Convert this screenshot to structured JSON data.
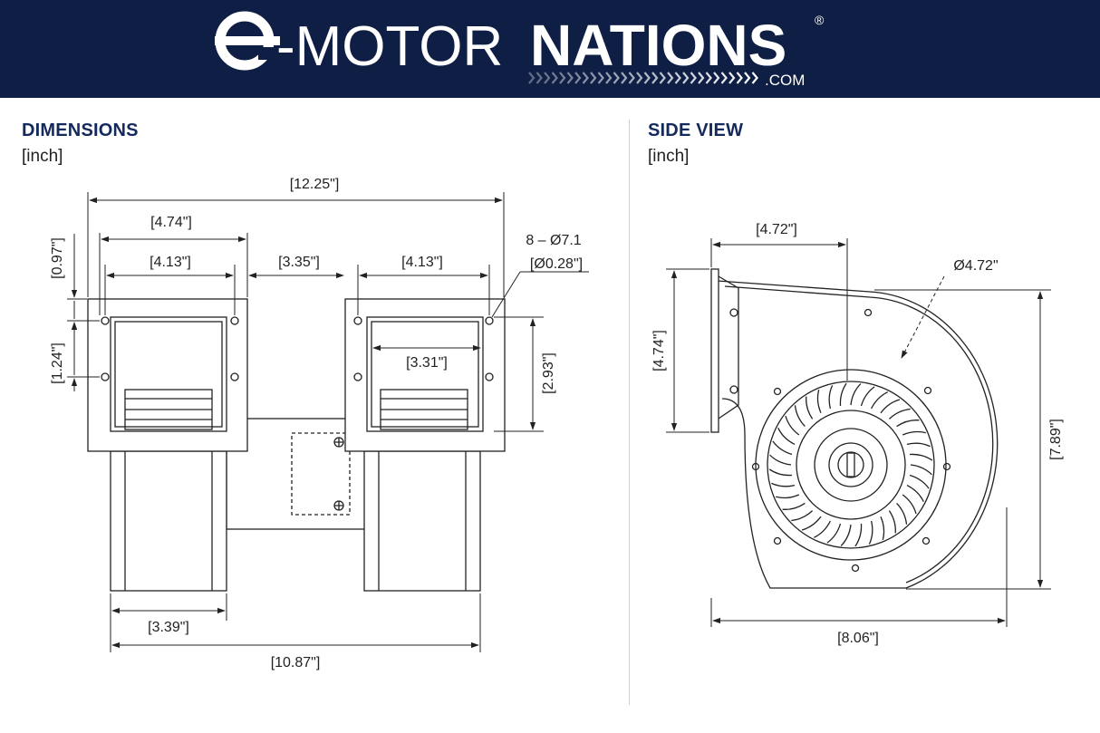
{
  "brand": {
    "prefix": "e-MOTOR",
    "name": "NATIONS",
    "registered": "®",
    "domain": ".COM",
    "colors": {
      "header_bg": "#0e1e45",
      "text": "#ffffff",
      "title": "#14295c"
    }
  },
  "dimensions_section": {
    "title": "DIMENSIONS",
    "unit": "[inch]",
    "labels": {
      "overall_width": "[12.25\"]",
      "flange_width": "[4.74\"]",
      "left_hole_spacing": "[4.13\"]",
      "gap": "[3.35\"]",
      "right_hole_spacing": "[4.13\"]",
      "top_offset": "[0.97\"]",
      "hole_vertical": "[1.24\"]",
      "holes_count": "8 – Ø7.1",
      "holes_diameter": "[Ø0.28\"]",
      "outlet_width": "[3.31\"]",
      "outlet_height": "[2.93\"]",
      "housing_width": "[3.39\"]",
      "overall_length": "[10.87\"]"
    }
  },
  "side_view_section": {
    "title": "SIDE VIEW",
    "unit": "[inch]",
    "labels": {
      "flange_to_center": "[4.72\"]",
      "inlet_diameter": "Ø4.72\"",
      "flange_height": "[4.74\"]",
      "overall_height": "[7.89\"]",
      "overall_depth": "[8.06\"]"
    }
  }
}
